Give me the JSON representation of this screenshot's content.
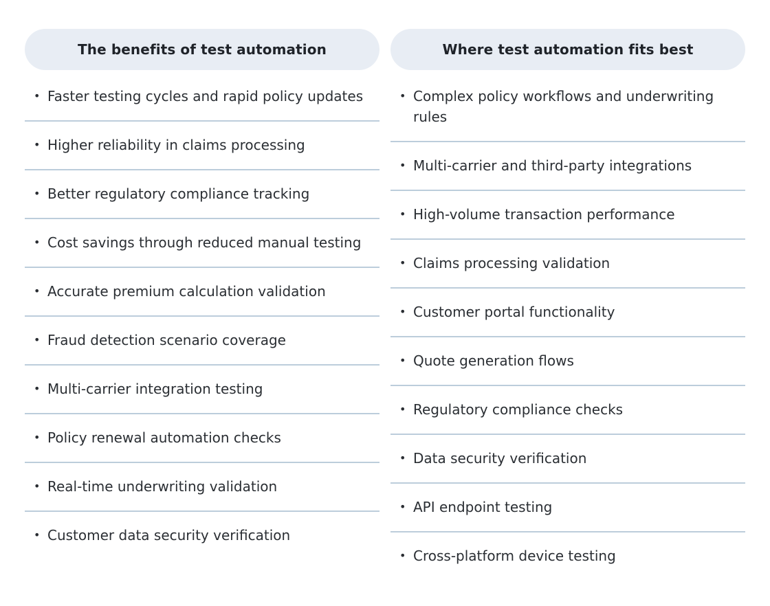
{
  "colors": {
    "background": "#ffffff",
    "header_bg": "#e8edf4",
    "header_text": "#1f2329",
    "item_text": "#2a2e33",
    "divider": "#bccddb"
  },
  "bullet_glyph": "•",
  "columns": [
    {
      "title": "The benefits of test automation",
      "items": [
        "Faster testing cycles and rapid policy updates",
        "Higher reliability in claims processing",
        "Better regulatory compliance tracking",
        "Cost savings through reduced manual testing",
        "Accurate premium calculation validation",
        "Fraud detection scenario coverage",
        "Multi-carrier integration testing",
        "Policy renewal automation checks",
        "Real-time underwriting validation",
        "Customer data security verification"
      ]
    },
    {
      "title": "Where test automation fits best",
      "items": [
        "Complex policy workflows and underwriting rules",
        "Multi-carrier and third-party integrations",
        "High-volume transaction performance",
        "Claims processing validation",
        "Customer portal functionality",
        "Quote generation flows",
        "Regulatory compliance checks",
        "Data security verification",
        "API endpoint testing",
        "Cross-platform device testing"
      ]
    }
  ]
}
